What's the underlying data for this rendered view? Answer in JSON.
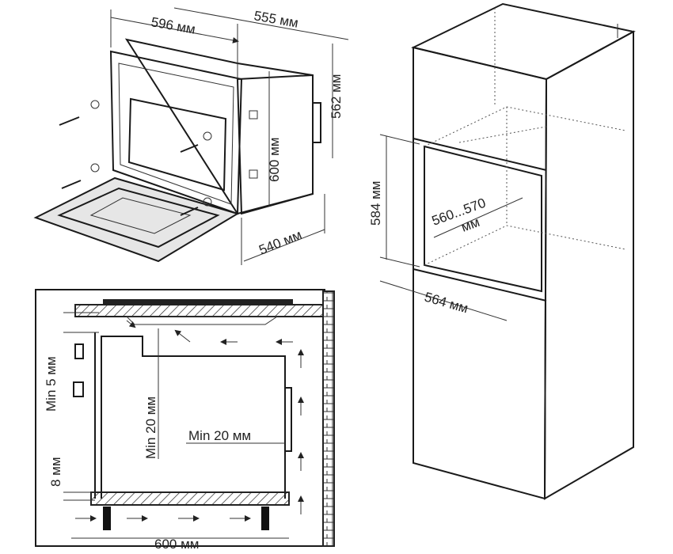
{
  "top_left_oven": {
    "width_label": "596 мм",
    "depth_label": "555 мм",
    "side_height_label": "562 мм",
    "front_height_label": "600 мм",
    "bottom_depth_label": "540 мм"
  },
  "cabinet": {
    "niche_height_label": "584 мм",
    "niche_width_label_line1": "560...570",
    "niche_width_label_line2": "мм",
    "niche_depth_label": "564 мм"
  },
  "section_view": {
    "gap_top_label": "Min 5 мм",
    "vertical_clearance_label": "Min 20 мм",
    "rear_clearance_label": "Min 20 мм",
    "bottom_gap_label": "8 мм",
    "width_label": "600 мм"
  }
}
